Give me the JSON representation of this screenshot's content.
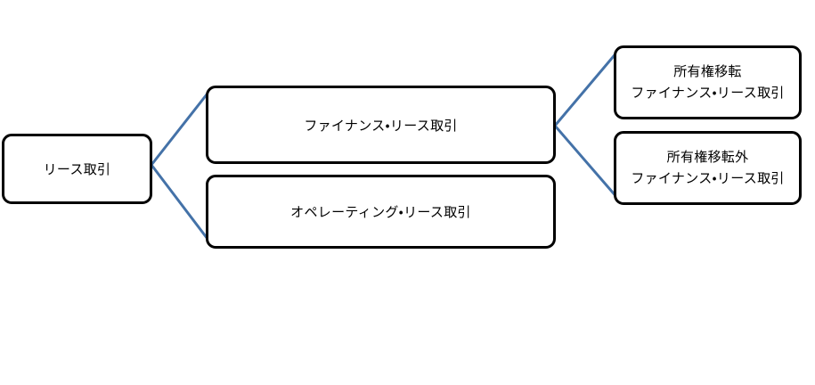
{
  "diagram": {
    "type": "tree",
    "orientation": "left-to-right",
    "background_color": "#ffffff",
    "node_border_color": "#000000",
    "node_fill_color": "#ffffff",
    "connector_color": "#4472a8",
    "nodes": {
      "root": {
        "label": "リース取引"
      },
      "finance": {
        "label": "ファイナンス・リース取引"
      },
      "operating": {
        "label": "オペレーティング・リース取引"
      },
      "transfer": {
        "line1": "所有権移転",
        "line2": "ファイナンス・リース取引"
      },
      "nontransfer": {
        "line1": "所有権移転外",
        "line2": "ファイナンス・リース取引"
      }
    },
    "edges": [
      {
        "name": "root-to-finance",
        "from": "root",
        "to": "finance"
      },
      {
        "name": "root-to-operating",
        "from": "root",
        "to": "operating"
      },
      {
        "name": "finance-to-transfer",
        "from": "finance",
        "to": "transfer"
      },
      {
        "name": "finance-to-nontransfer",
        "from": "finance",
        "to": "nontransfer"
      }
    ]
  }
}
